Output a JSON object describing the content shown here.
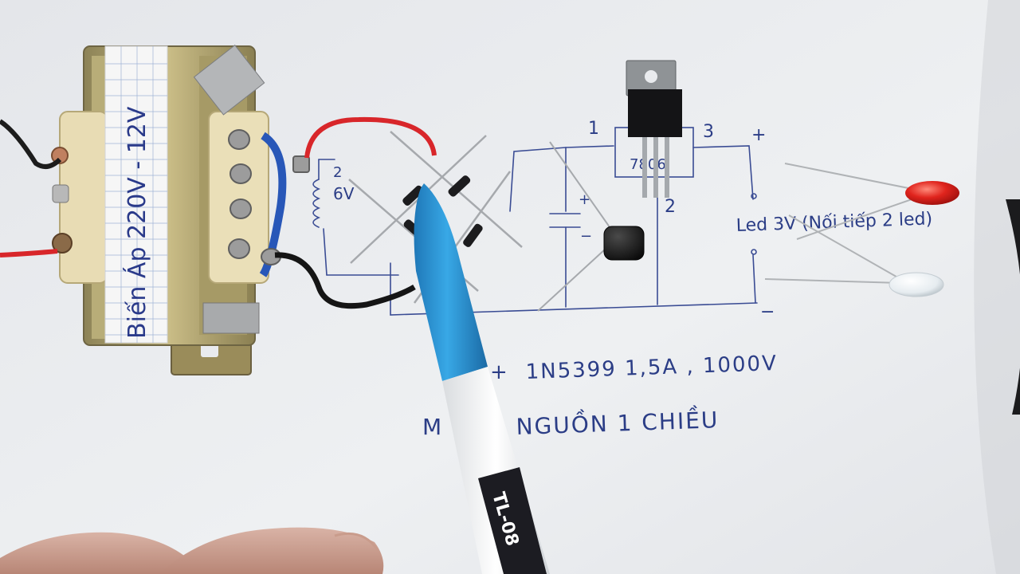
{
  "handwriting": {
    "pin1": "1",
    "pin2": "2",
    "pin3": "3",
    "secondary_count": "2",
    "secondary_voltage": "6V",
    "plus_top": "+",
    "minus_bottom": "−",
    "cap_plus": "+",
    "cap_minus": "−",
    "regulator_label": "7806",
    "led_note": "Led 3V (Nối tiếp 2 led)",
    "diode_spec_prefix": "+",
    "diode_spec": "1N5399 1,5A , 1000V",
    "title_prefix": "M",
    "title": "NGUỒN 1 CHIỀU"
  },
  "transformer": {
    "tape_label": "Biến Áp 220V - 12V"
  },
  "pen": {
    "brand": "TL",
    "model": "TL-08"
  },
  "colors": {
    "paper": "#e9ebee",
    "ink": "#2b3d86",
    "pen_blue": "#2f9ad6",
    "led_red": "#e0241d",
    "wire_red": "#d8262a"
  }
}
